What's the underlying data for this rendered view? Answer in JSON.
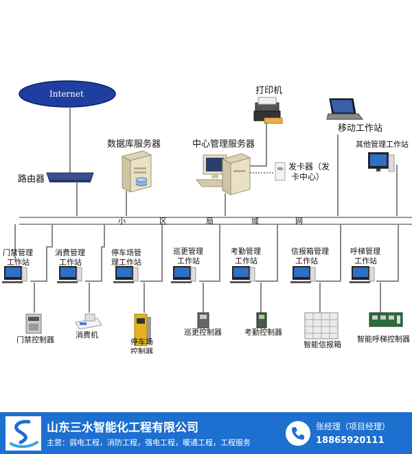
{
  "diagram": {
    "internet": "Internet",
    "router": "路由器",
    "db_server": "数据库服务器",
    "center_server": "中心管理服务器",
    "printer": "打印机",
    "mobile": "移动工作站",
    "other": "其他管理工作站",
    "card_issuer_line1": "发卡器（发",
    "card_issuer_line2": "卡中心）",
    "lan": [
      "小",
      "区",
      "局",
      "域",
      "网"
    ],
    "stations": [
      {
        "l1": "门禁管理",
        "l2": "工作站",
        "device": "门禁控制器"
      },
      {
        "l1": "消费管理",
        "l2": "工作站",
        "device": "消费机"
      },
      {
        "l1": "停车场管",
        "l2": "理工作站",
        "device": "停车场",
        "device2": "控制器"
      },
      {
        "l1": "巡更管理",
        "l2": "工作站",
        "device": "巡更控制器"
      },
      {
        "l1": "考勤管理",
        "l2": "工作站",
        "device": "考勤控制器"
      },
      {
        "l1": "信报箱管理",
        "l2": "工作站",
        "device": "智能信报箱"
      },
      {
        "l1": "呼梯管理",
        "l2": "工作站",
        "device": "智能呼梯控制器"
      }
    ]
  },
  "footer": {
    "company": "山东三水智能化工程有限公司",
    "business": "主营：弱电工程，消防工程，强电工程，暖通工程，工程服务",
    "contact": "张经理（项目经理）",
    "phone": "18865920111"
  }
}
